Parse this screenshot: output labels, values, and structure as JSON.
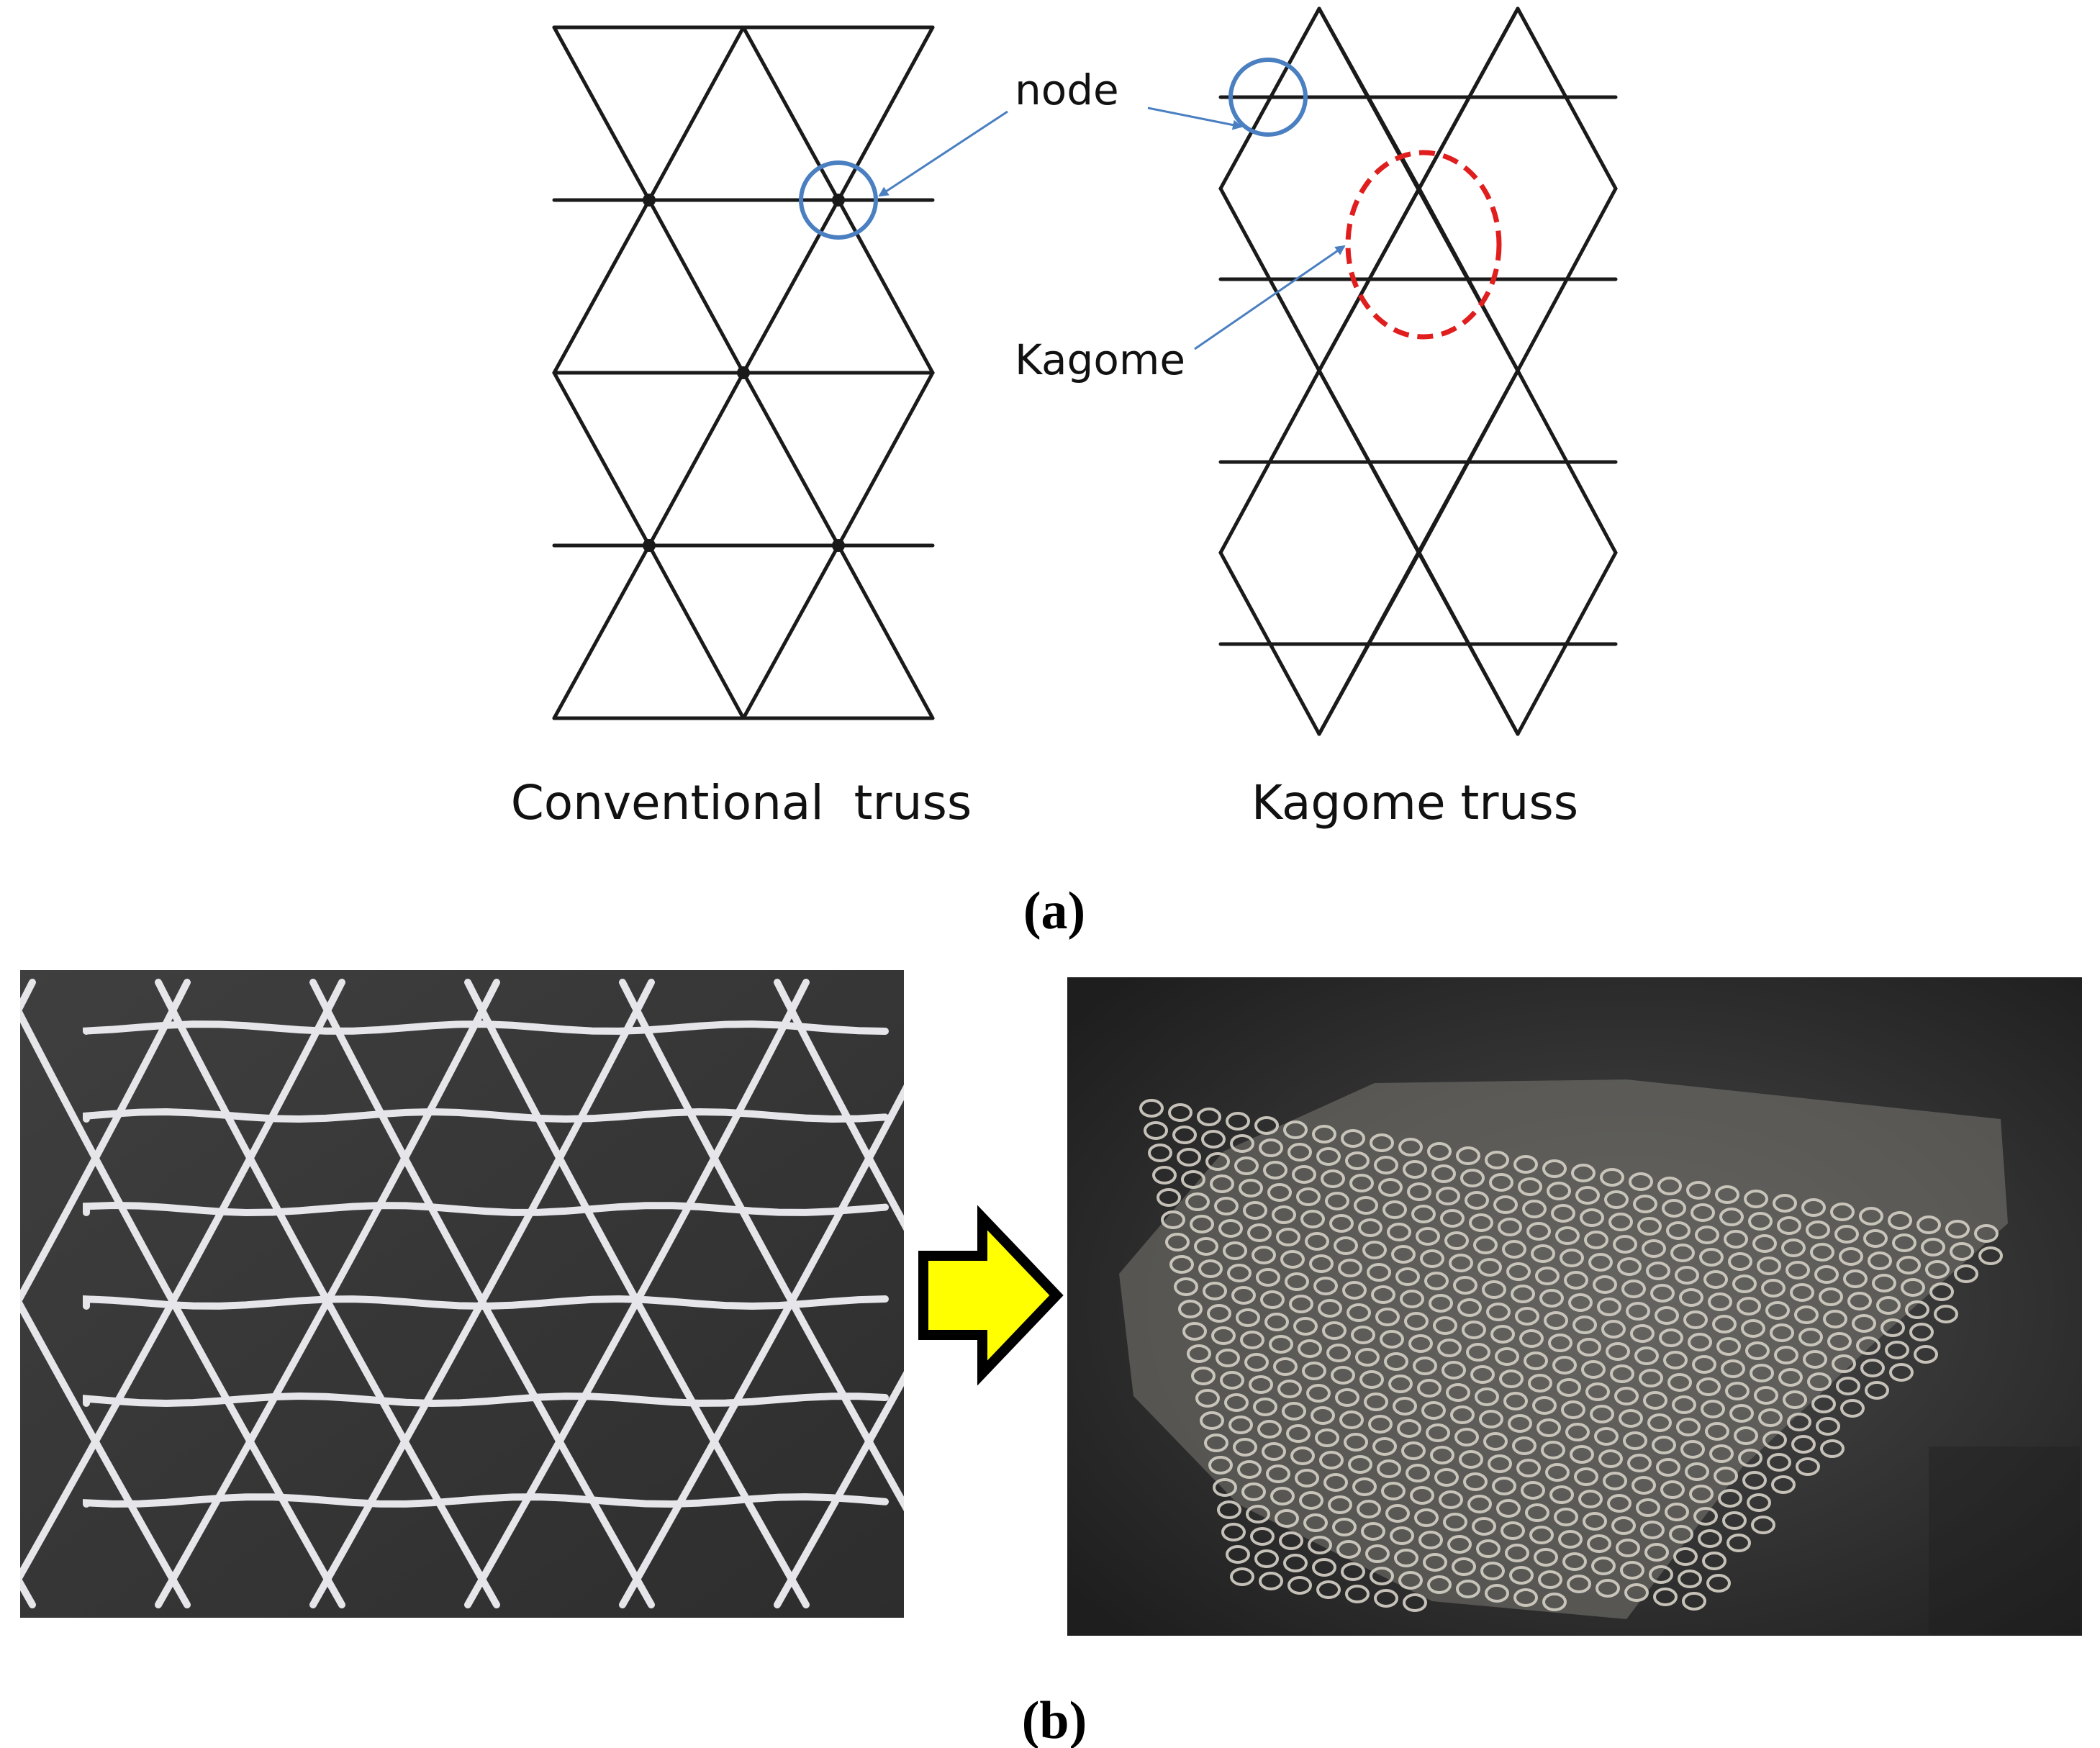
{
  "panel_a": {
    "conventional_label": "Conventional  truss",
    "kagome_truss_label": "Kagome truss",
    "node_callout": "node",
    "kagome_callout": "Kagome",
    "caption": "(a)"
  },
  "panel_b": {
    "caption": "(b)",
    "arrow_icon": "arrow-right-icon"
  },
  "colors": {
    "line": "#1a1a1a",
    "node_circle": "#4a7fc1",
    "kagome_ellipse": "#e01e1e",
    "arrow_fill": "#ffff00",
    "photo_bg": "#3a3a3a"
  }
}
